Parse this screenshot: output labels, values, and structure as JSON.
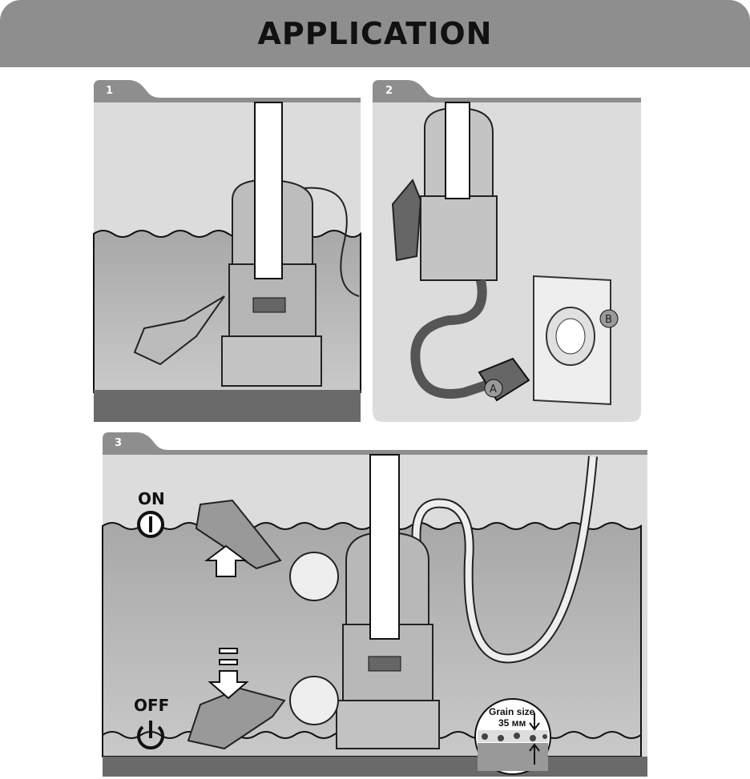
{
  "header": {
    "title": "APPLICATION"
  },
  "panels": [
    {
      "number": "1"
    },
    {
      "number": "2",
      "plug_label": "A",
      "socket_label": "B"
    },
    {
      "number": "3",
      "on_label": "ON",
      "off_label": "OFF",
      "grain_label": "Grain size",
      "grain_value": "35 мм"
    }
  ],
  "colors": {
    "header": "#8e8e8e",
    "panel_bg": "#dcdcdc",
    "water": "#a9a9a9",
    "floor": "#6a6a6a"
  }
}
